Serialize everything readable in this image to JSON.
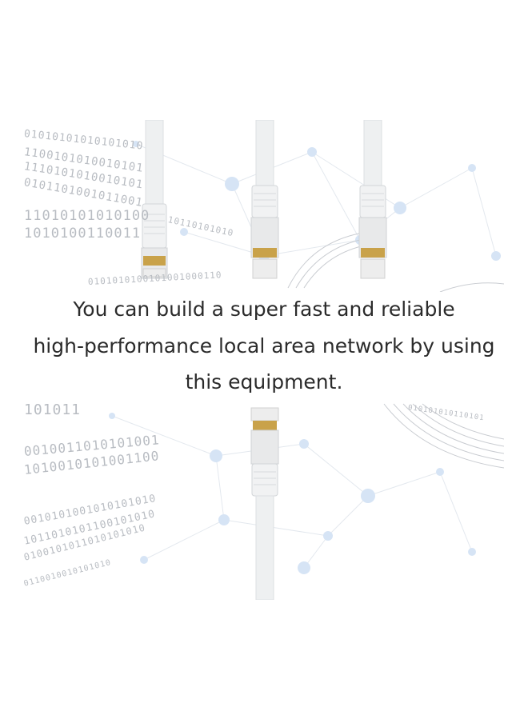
{
  "headline": {
    "line1": "You can build a super fast and reliable",
    "line2": "high-performance local area network by using",
    "line3": "this equipment."
  },
  "colors": {
    "background": "#ffffff",
    "cable": "#eef0f1",
    "connector_gold": "#c9a24a",
    "binary_text": "#b8bcc2",
    "node": "#d6e4f5"
  }
}
